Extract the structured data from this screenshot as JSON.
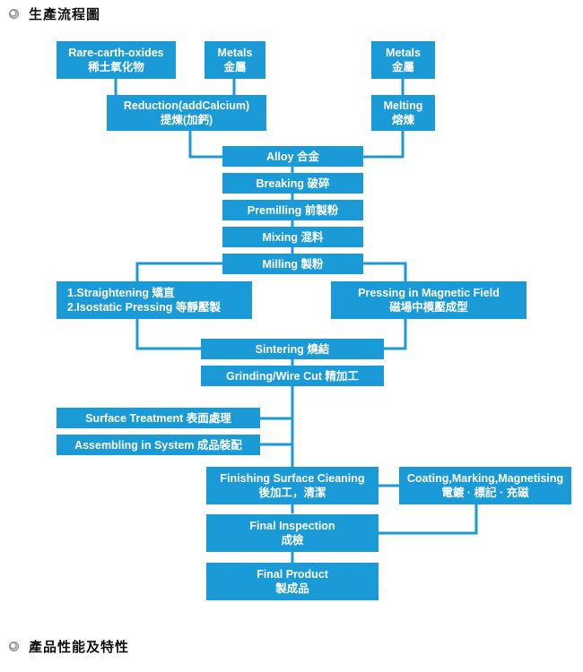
{
  "sections": {
    "process_title": "生產流程圖",
    "properties_title": "產品性能及特性"
  },
  "colors": {
    "node_fill": "#1a9bd7",
    "node_text": "#ffffff",
    "connector": "#1a9bd7"
  },
  "flow": {
    "rare_earth": {
      "line1": "Rare-carth-oxides",
      "line2": "稀土氧化物"
    },
    "metals_1": {
      "line1": "Metals",
      "line2": "金屬"
    },
    "metals_2": {
      "line1": "Metals",
      "line2": "金屬"
    },
    "reduction": {
      "line1": "Reduction(addCalcium)",
      "line2": "提煉(加鈣)"
    },
    "melting": {
      "line1": "Melting",
      "line2": "熔煉"
    },
    "alloy": {
      "line1": "Alloy  合金"
    },
    "breaking": {
      "line1": "Breaking  破碎"
    },
    "premilling": {
      "line1": "Premilling  前製粉"
    },
    "mixing": {
      "line1": "Mixing  混料"
    },
    "milling": {
      "line1": "Milling  製粉"
    },
    "straightening": {
      "line1": "1.Straightening  矯直",
      "line2": "2.Isostatic Pressing  等靜壓製"
    },
    "pressing_field": {
      "line1": "Pressing in Magnetic Field",
      "line2": "磁場中模壓成型"
    },
    "sintering": {
      "line1": "Sintering  燒結"
    },
    "grinding": {
      "line1": "Grinding/Wire Cut  精加工"
    },
    "surface_treatment": {
      "line1": "Surface Treatment  表面處理"
    },
    "assembling": {
      "line1": "Assembling in System   成品裝配"
    },
    "finishing": {
      "line1": "Finishing Surface Cieaning",
      "line2": "後加工，清潔"
    },
    "coating": {
      "line1": "Coating,Marking,Magnetising",
      "line2": "電鍍 · 標記 · 充磁"
    },
    "final_inspection": {
      "line1": "Final Inspection",
      "line2": "成檢"
    },
    "final_product": {
      "line1": "Final Product",
      "line2": "製成品"
    }
  }
}
